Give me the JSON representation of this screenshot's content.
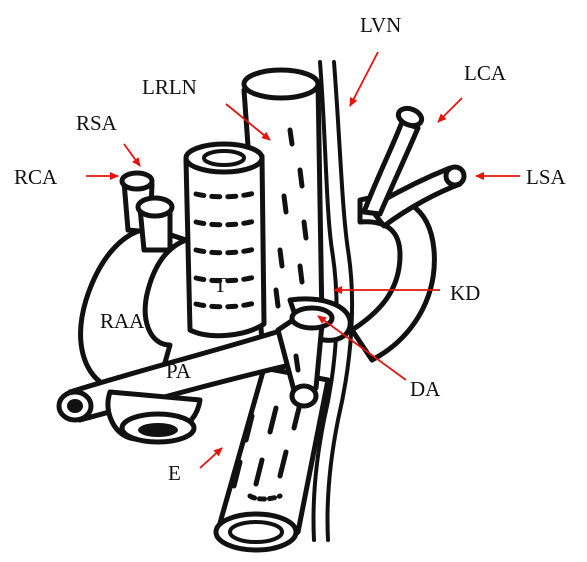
{
  "labels": {
    "lvn": "LVN",
    "lca": "LCA",
    "lrln": "LRLN",
    "rsa": "RSA",
    "lsa": "LSA",
    "rca": "RCA",
    "kd": "KD",
    "t": "T",
    "raa": "RAA",
    "pa": "PA",
    "da": "DA",
    "e": "E"
  },
  "colors": {
    "ink": "#111111",
    "arrow": "#e8120c",
    "background": "#ffffff"
  }
}
